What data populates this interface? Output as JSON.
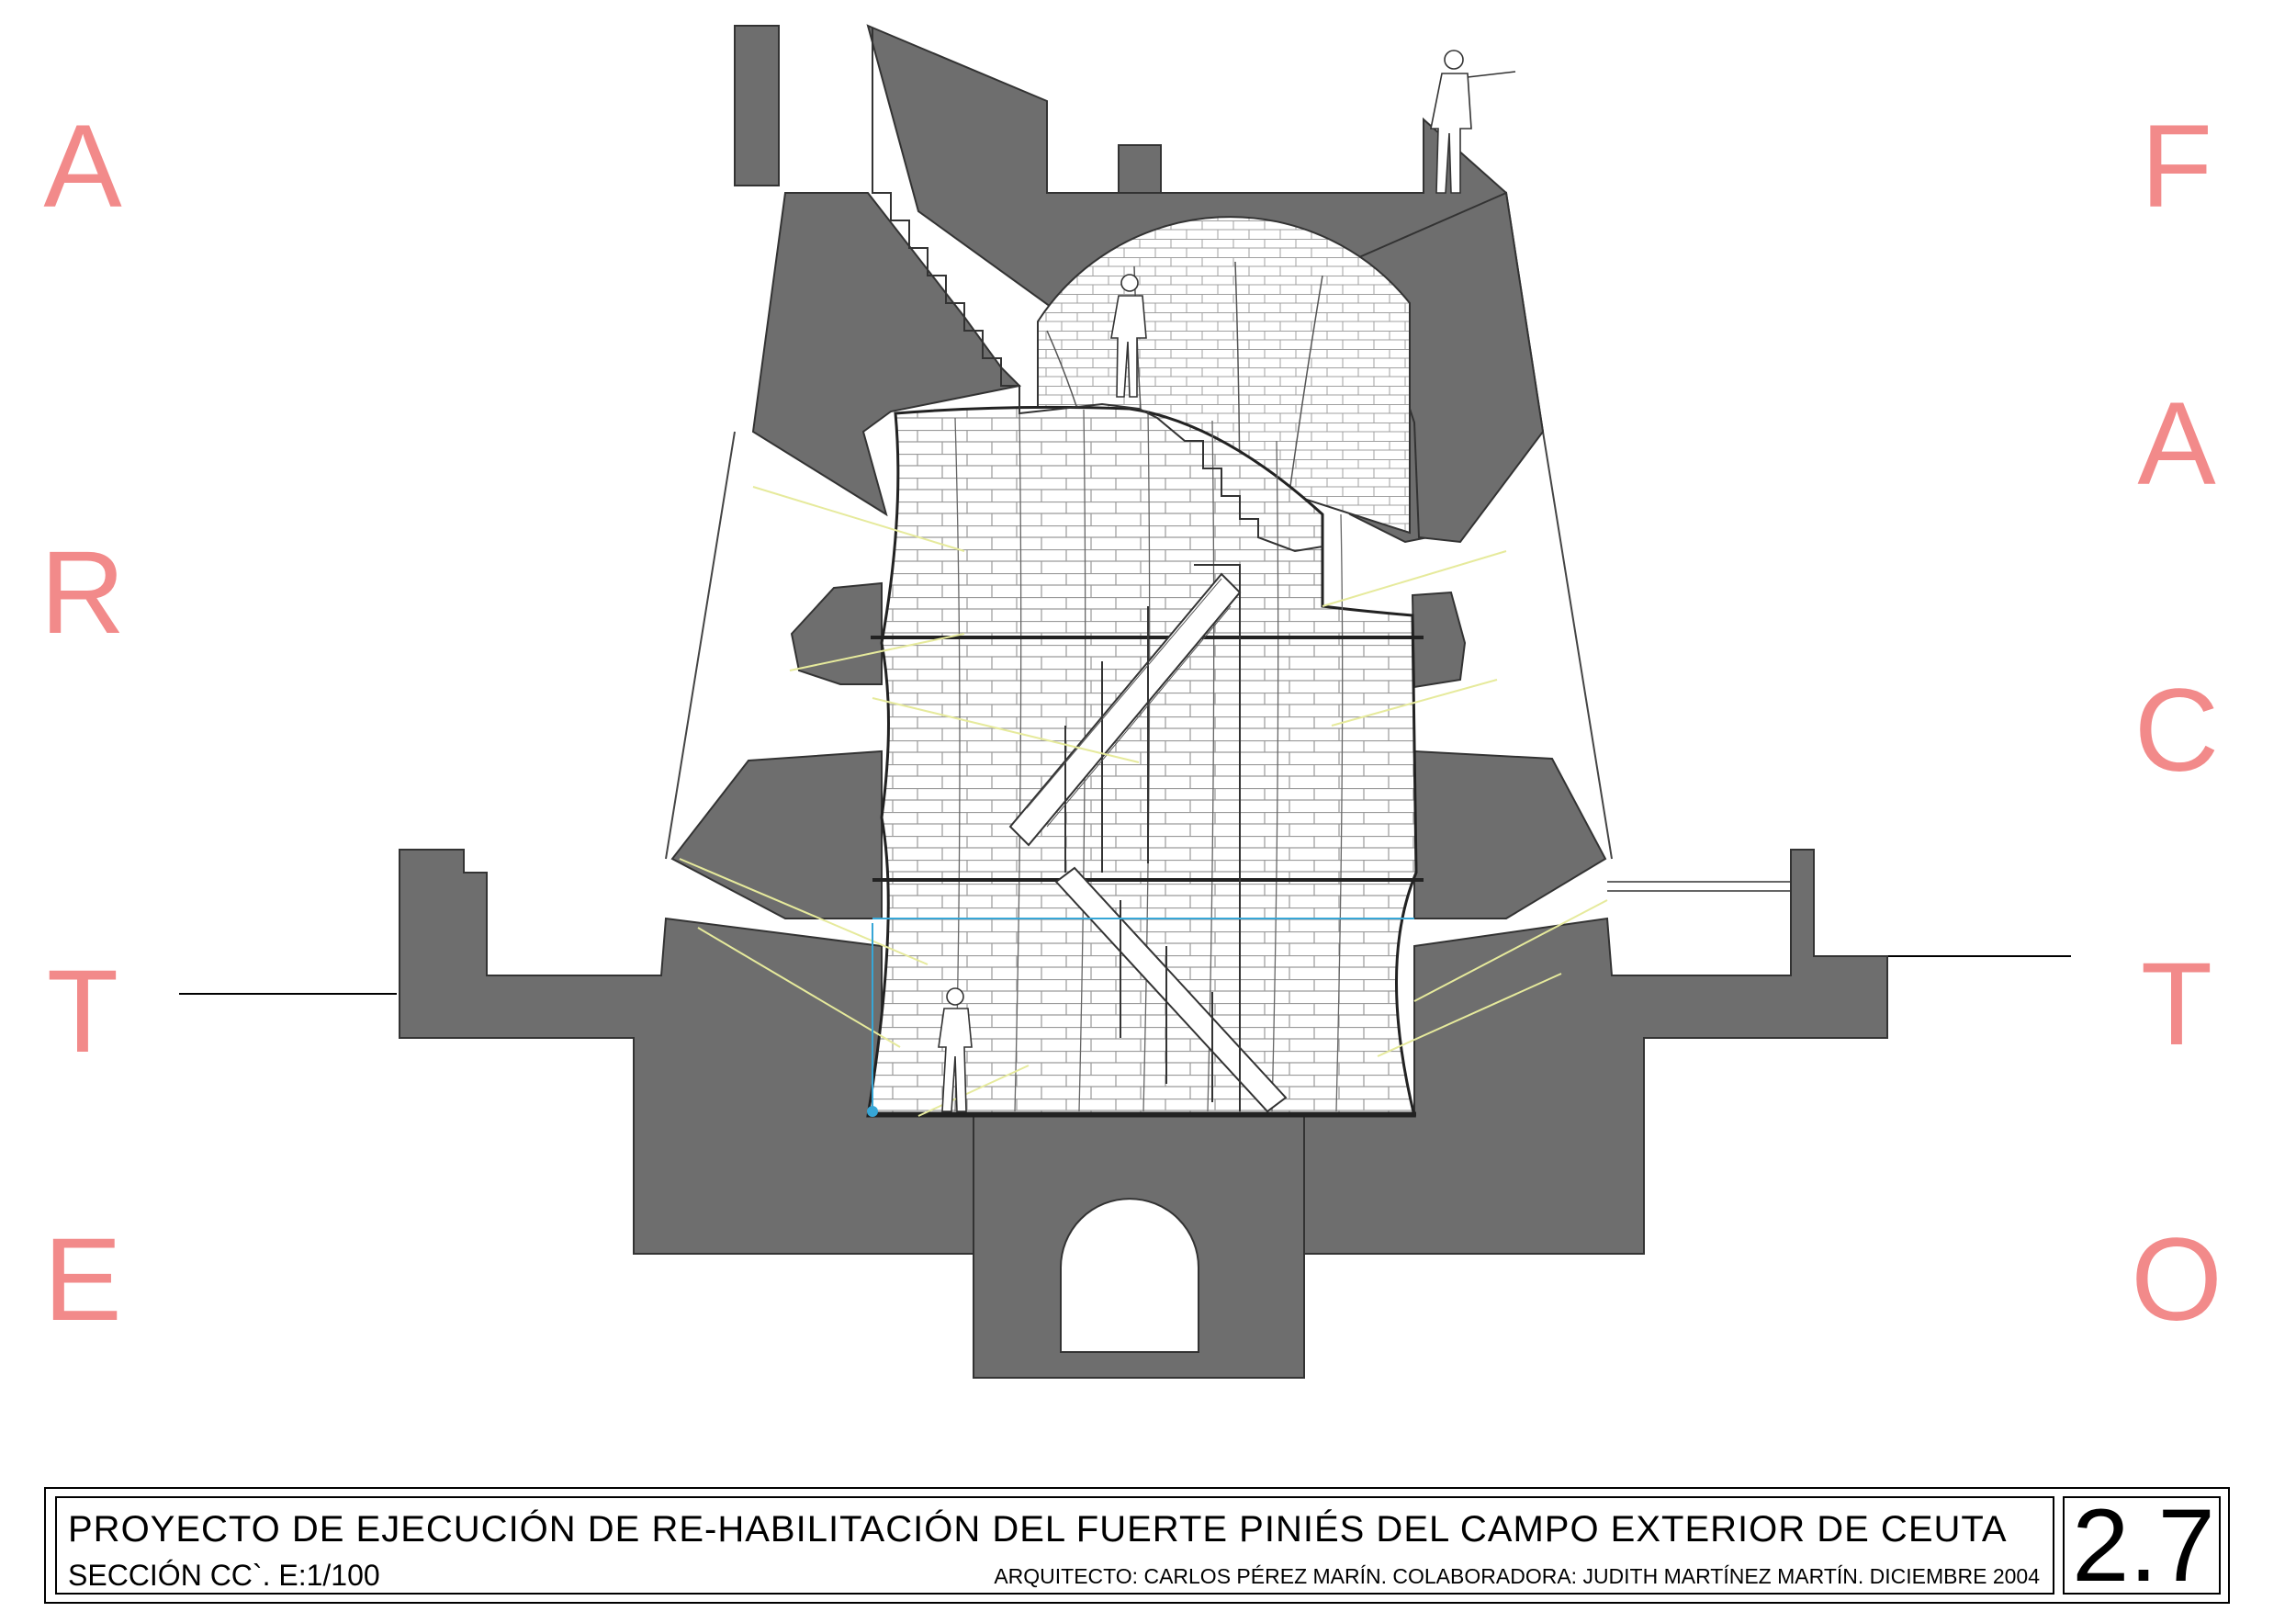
{
  "side_text": {
    "left": [
      "A",
      "R",
      "T",
      "E"
    ],
    "right": [
      "F",
      "A",
      "C",
      "T",
      "O"
    ]
  },
  "title_block": {
    "project_title": "PROYECTO  DE  EJECUCIÓN  DE  RE-HABILITACIÓN   DEL  FUERTE  PINIÉS  DEL  CAMPO  EXTERIOR  DE  CEUTA",
    "section_label": "SECCIÓN CC`. E:1/100",
    "credits": "ARQUITECTO: CARLOS PÉREZ MARÍN. COLABORADORA: JUDITH MARTÍNEZ MARTÍN. DICIEMBRE 2004",
    "sheet_number": "2.7"
  },
  "colors": {
    "wall_fill": "#6e6e6e",
    "accent_letters": "#f28a8a",
    "light_lines": "#e6ea9c",
    "water_line": "#37a6d6"
  }
}
